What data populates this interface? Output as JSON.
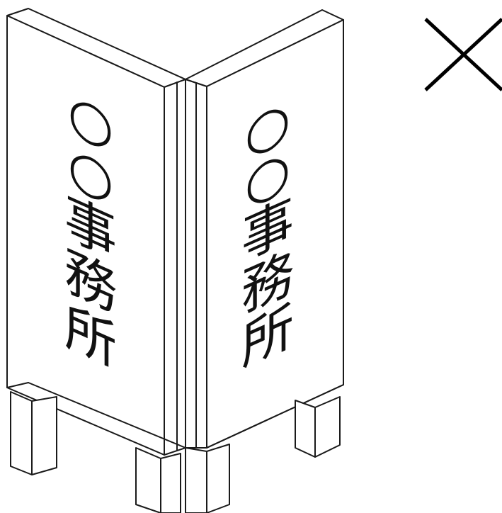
{
  "sign": {
    "left_face": [
      "○",
      "○",
      "事",
      "務",
      "所"
    ],
    "right_face": [
      "○",
      "○",
      "事",
      "務",
      "所"
    ]
  },
  "mark": {
    "symbol_name": "cross-mark",
    "color": "#000000"
  }
}
